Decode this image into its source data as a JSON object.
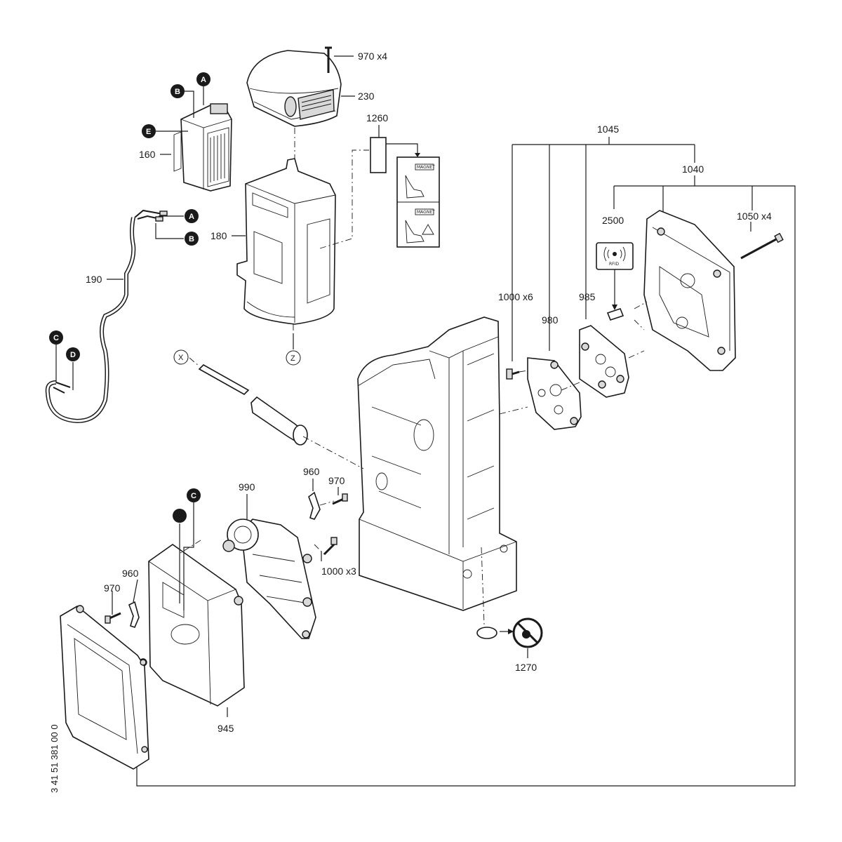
{
  "parts": {
    "p970x4": "970 x4",
    "p230": "230",
    "p1260": "1260",
    "p1045": "1045",
    "p1040": "1040",
    "p2500": "2500",
    "p1050x4": "1050 x4",
    "p160": "160",
    "p180": "180",
    "p190": "190",
    "p1000x6": "1000 x6",
    "p980": "980",
    "p985": "985",
    "p960a": "960",
    "p970a": "970",
    "p990": "990",
    "p1000x3": "1000 x3",
    "p960b": "960",
    "p970b": "970",
    "p945": "945",
    "p1270": "1270"
  },
  "markers": {
    "A1": "A",
    "B1": "B",
    "E": "E",
    "A2": "A",
    "B2": "B",
    "C1": "C",
    "D": "D",
    "C2": "C",
    "X": "X",
    "Z": "Z"
  },
  "label_card": {
    "magnet_top": "MAGNET",
    "magnet_bottom": "MAGNET"
  },
  "rfid_card": {
    "text": "RFID"
  },
  "doc_number": "3 41 51 381 00 0"
}
